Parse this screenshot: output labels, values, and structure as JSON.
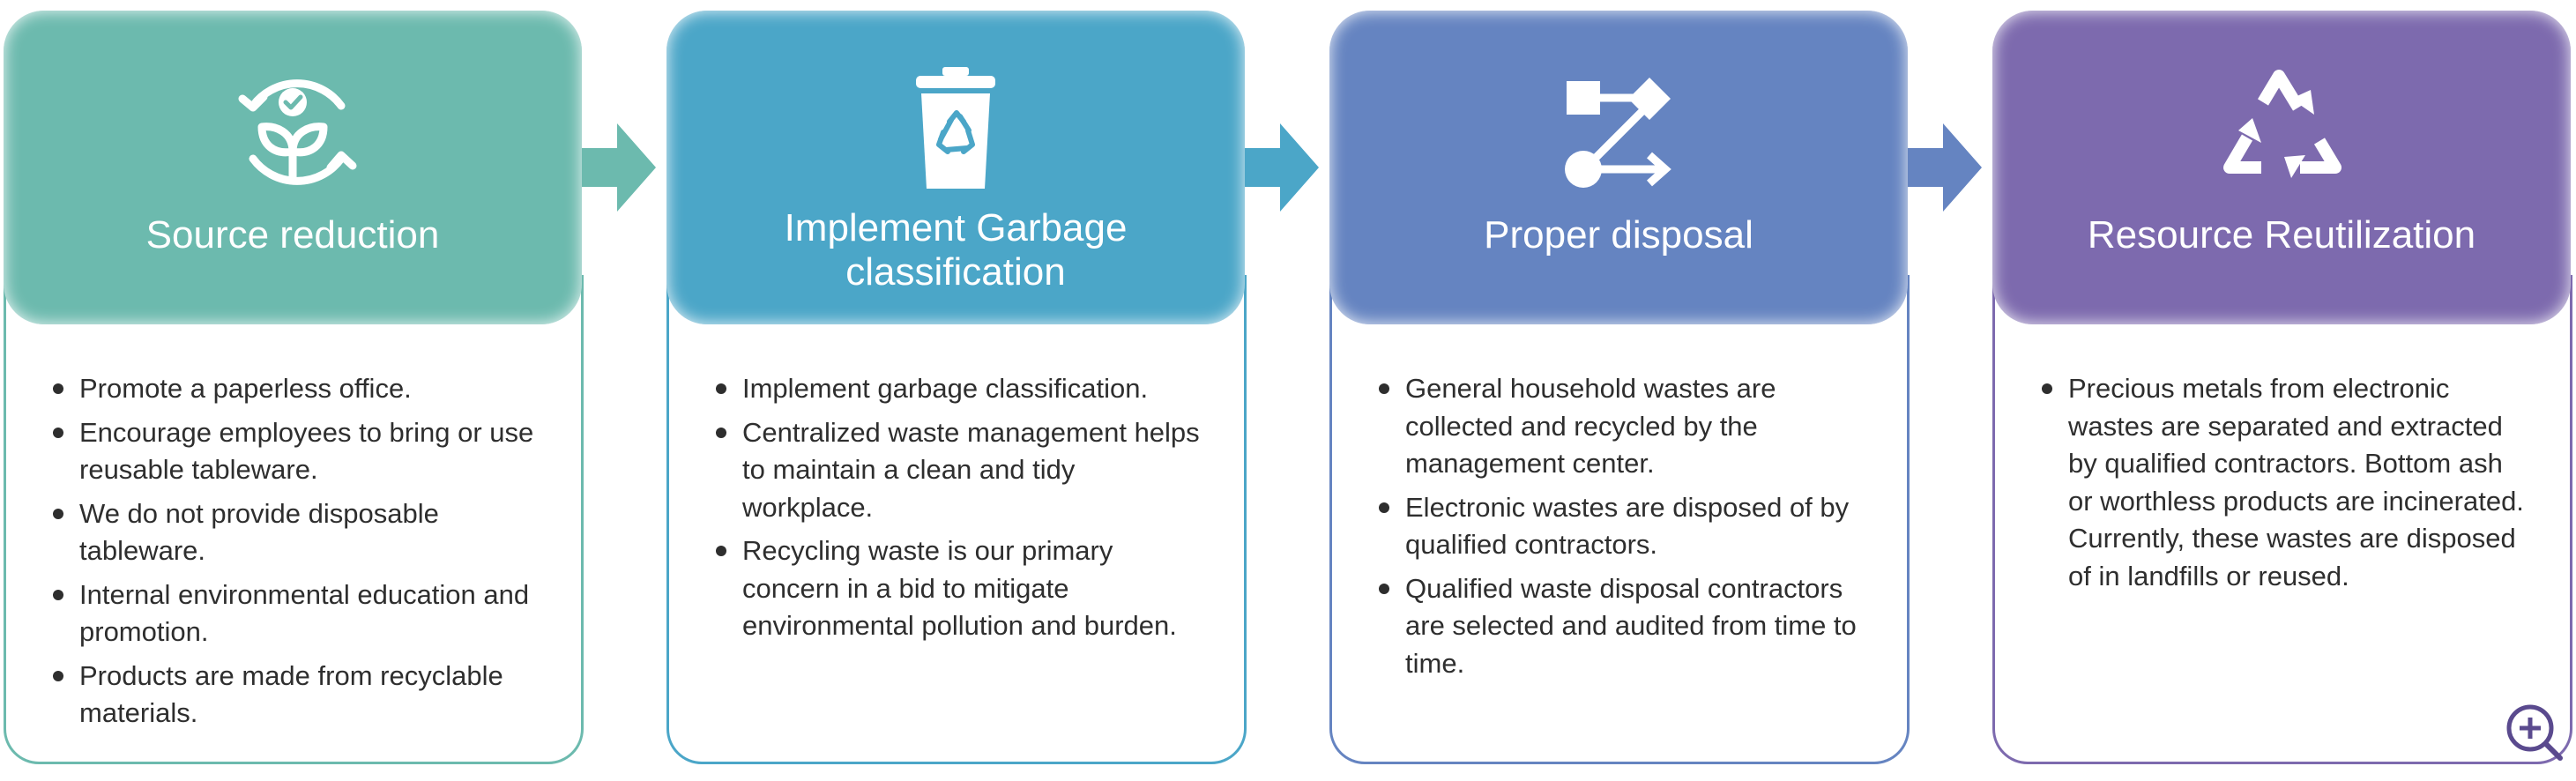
{
  "colors": {
    "step1": "#6cbaae",
    "step2": "#4ba6c8",
    "step3": "#6584c1",
    "step4": "#7d6aae"
  },
  "steps": [
    {
      "title": "Source reduction",
      "icon": "leaf-recycle-icon",
      "bullets": [
        "Promote a paperless office.",
        "Encourage employees to bring or use reusable tableware.",
        "We do not provide disposable tableware.",
        "Internal environmental education and promotion.",
        "Products are made from recyclable materials."
      ]
    },
    {
      "title": "Implement Garbage classification",
      "icon": "recycle-bin-icon",
      "bullets": [
        "Implement garbage classification.",
        "Centralized waste management helps to maintain a clean and tidy workplace.",
        "Recycling waste is our primary concern in a bid to mitigate environmental pollution and burden."
      ]
    },
    {
      "title": "Proper disposal",
      "icon": "process-flow-icon",
      "bullets": [
        "General household wastes are collected and recycled by the management center.",
        "Electronic wastes are disposed of by qualified contractors.",
        "Qualified waste disposal contractors are selected and audited from time to time."
      ]
    },
    {
      "title": "Resource Reutilization",
      "icon": "recycle-symbol-icon",
      "bullets": [
        "Precious metals from electronic wastes are separated and extracted by qualified contractors. Bottom ash or worthless products are incinerated. Currently, these wastes are disposed of in landfills or reused."
      ]
    }
  ],
  "zoom_icon": "zoom-in-icon"
}
